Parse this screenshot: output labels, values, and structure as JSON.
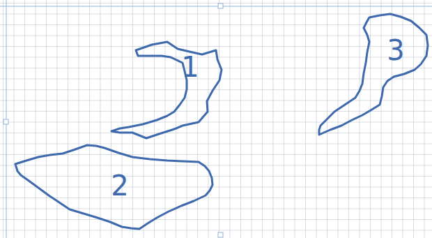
{
  "diagram": {
    "nodes": [
      {
        "text": [
          "1"
        ]
      },
      {
        "text": [
          "3"
        ]
      },
      {
        "text": [
          "2"
        ]
      }
    ]
  }
}
